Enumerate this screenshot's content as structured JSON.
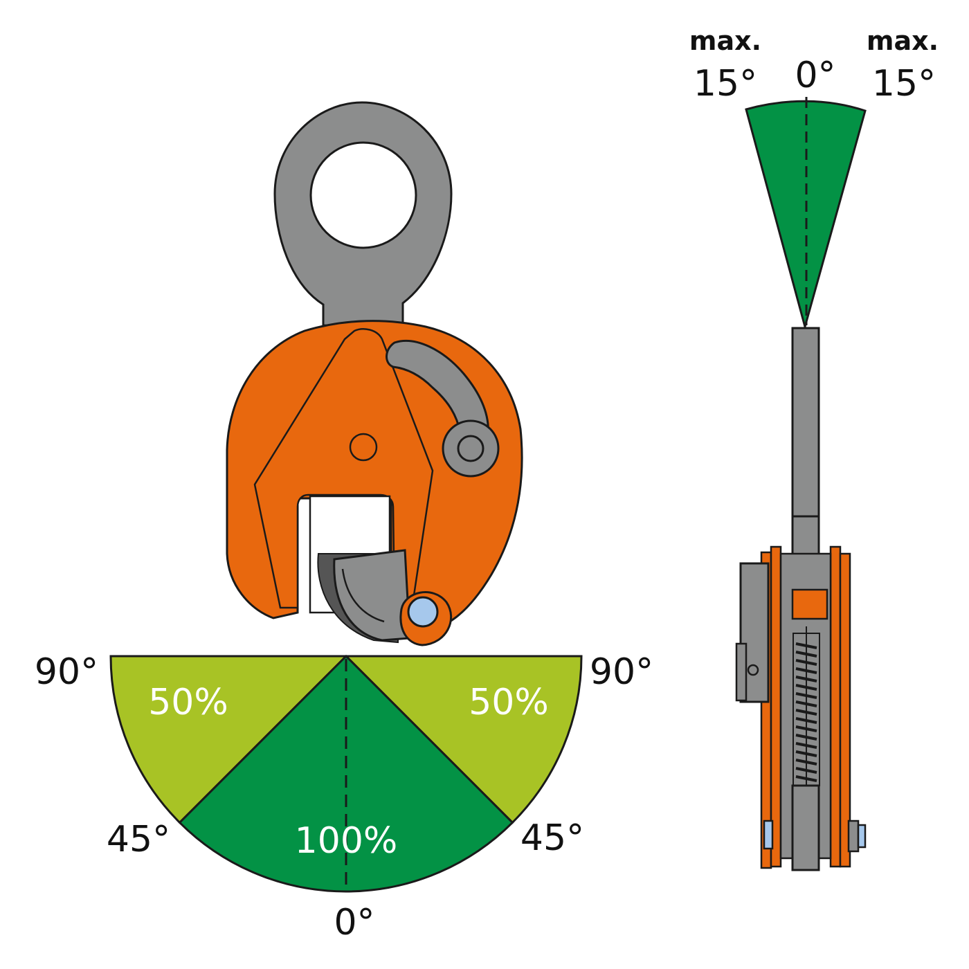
{
  "colors": {
    "orange": "#E8680E",
    "grey": "#8C8D8D",
    "dark_green": "#039245",
    "light_green": "#A8C325",
    "pin_blue": "#A6C8EC",
    "outline": "#1a1a1a"
  },
  "load_diagram": {
    "angle_labels": {
      "left_top": "90°",
      "right_top": "90°",
      "left_mid": "45°",
      "right_mid": "45°",
      "bottom": "0°"
    },
    "zones": {
      "left": "50%",
      "right": "50%",
      "center": "100%"
    }
  },
  "side_view": {
    "left_max": "max.",
    "left_angle": "15°",
    "center_angle": "0°",
    "right_max": "max.",
    "right_angle": "15°"
  }
}
